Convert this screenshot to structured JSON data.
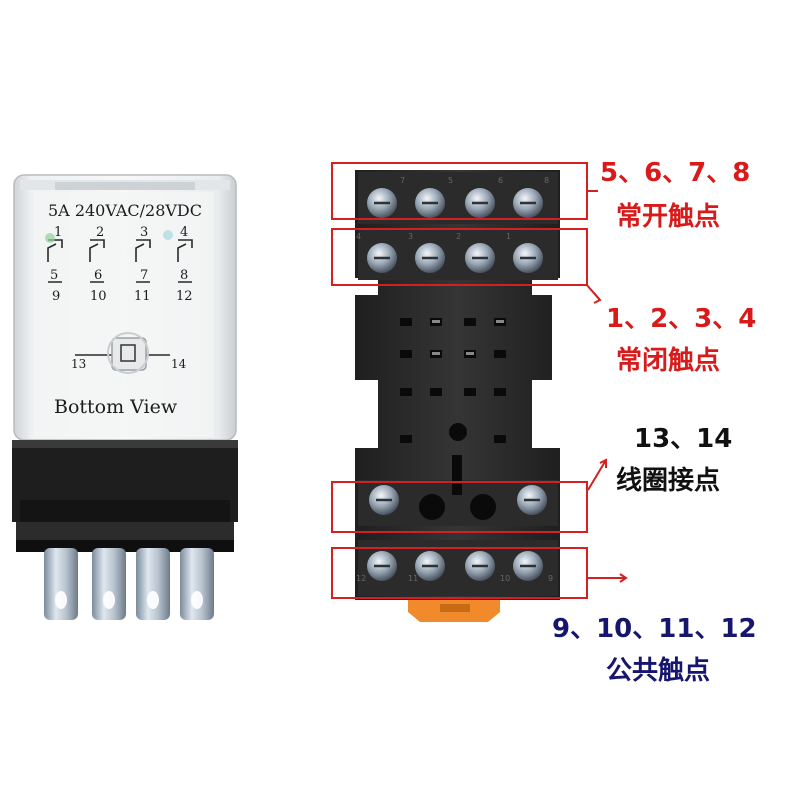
{
  "relay": {
    "rating": "5A 240VAC/28VDC",
    "pin_top_labels": [
      "1",
      "2",
      "3",
      "4"
    ],
    "pin_mid_labels": [
      "5",
      "6",
      "7",
      "8"
    ],
    "pin_bottom_labels": [
      "9",
      "10",
      "11",
      "12"
    ],
    "coil_left": "13",
    "coil_right": "14",
    "bottom_view": "Bottom View"
  },
  "annotations": {
    "nc_numbers": "5、6、7、8",
    "nc_caption": "常开触点",
    "no_numbers": "1、2、3、4",
    "no_caption": "常闭触点",
    "coil_numbers": "13、14",
    "coil_caption": "线圈接点",
    "com_numbers": "9、10、11、12",
    "com_caption": "公共触点"
  },
  "socket": {
    "top_terminal_numbers": [
      "7",
      "5",
      "6",
      "8"
    ],
    "second_row_numbers": [
      "4",
      "3",
      "2",
      "1"
    ],
    "bottom_terminal_numbers": [
      "12",
      "11",
      "10",
      "9"
    ]
  },
  "colors": {
    "accent_red": "#d81a1a",
    "accent_blue": "#16166e",
    "socket_black": "#2b2b2b"
  }
}
